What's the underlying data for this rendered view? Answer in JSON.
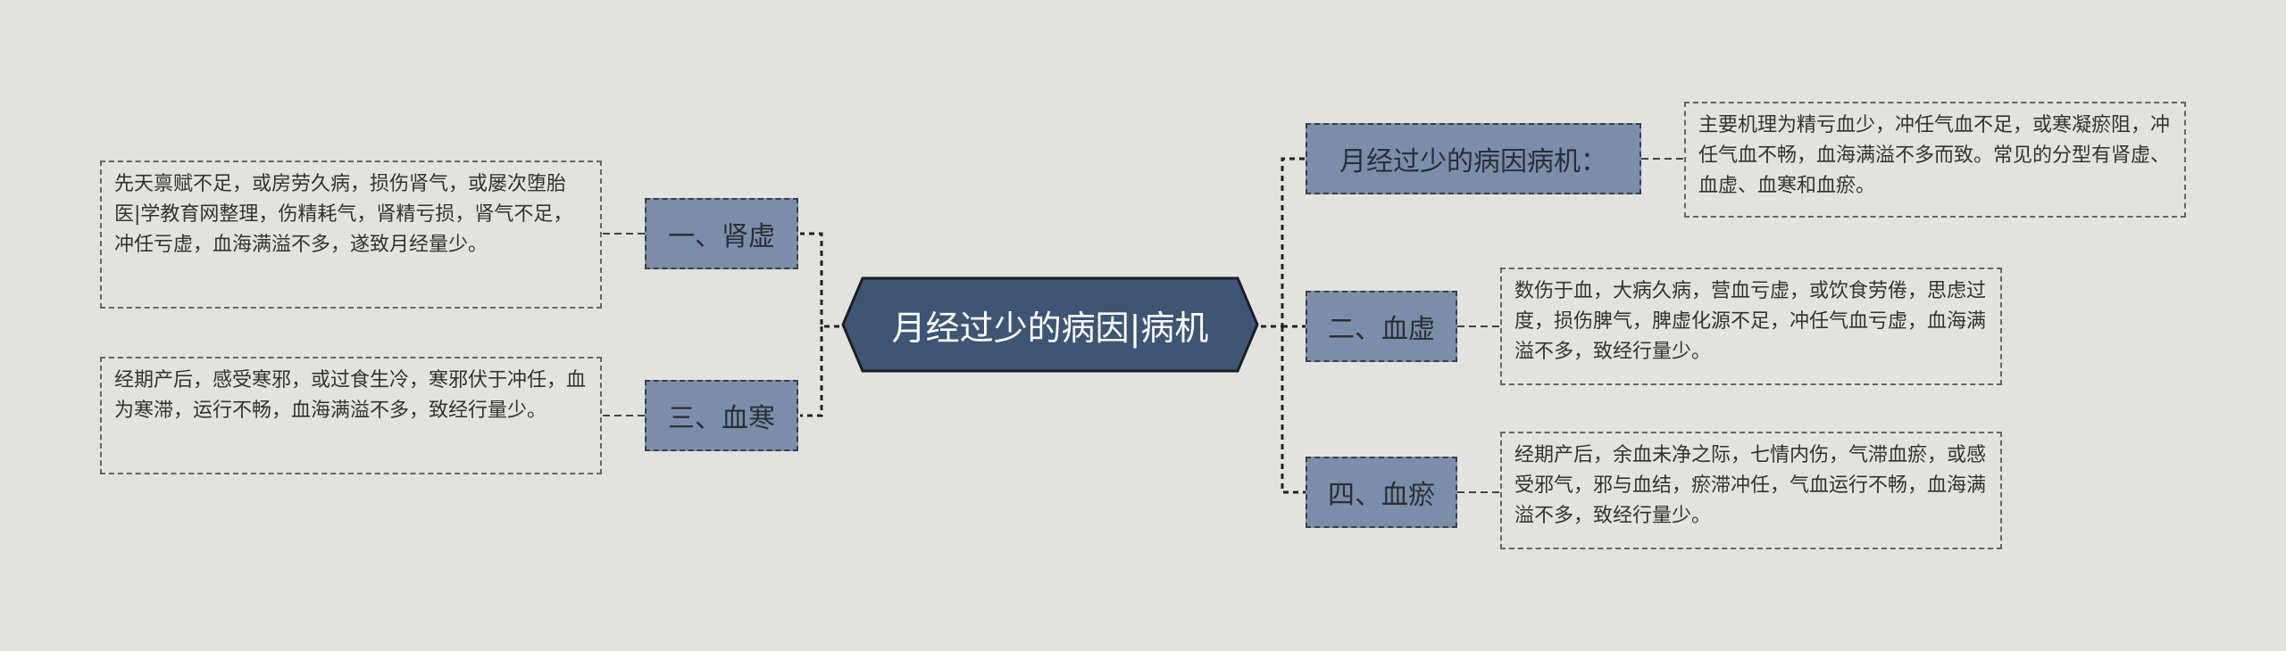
{
  "colors": {
    "background": "#e2e2de",
    "central_fill": "#3f5574",
    "branch_fill": "#7b8da9",
    "connector": "#222222"
  },
  "central": {
    "label": "月经过少的病因|病机"
  },
  "branches": [
    {
      "label": "一、肾虚",
      "text": "先天禀赋不足，或房劳久病，损伤肾气，或屡次堕胎医|学教育网整理，伤精耗气，肾精亏损，肾气不足，冲任亏虚，血海满溢不多，遂致月经量少。"
    },
    {
      "label": "三、血寒",
      "text": "经期产后，感受寒邪，或过食生冷，寒邪伏于冲任，血为寒滞，运行不畅，血海满溢不多，致经行量少。"
    },
    {
      "label": "月经过少的病因病机：",
      "text": "主要机理为精亏血少，冲任气血不足，或寒凝瘀阻，冲任气血不畅，血海满溢不多而致。常见的分型有肾虚、血虚、血寒和血瘀。"
    },
    {
      "label": "二、血虚",
      "text": "数伤于血，大病久病，营血亏虚，或饮食劳倦，思虑过度，损伤脾气，脾虚化源不足，冲任气血亏虚，血海满溢不多，致经行量少。"
    },
    {
      "label": "四、血瘀",
      "text": "经期产后，余血未净之际，七情内伤，气滞血瘀，或感受邪气，邪与血结，瘀滞冲任，气血运行不畅，血海满溢不多，致经行量少。"
    }
  ]
}
